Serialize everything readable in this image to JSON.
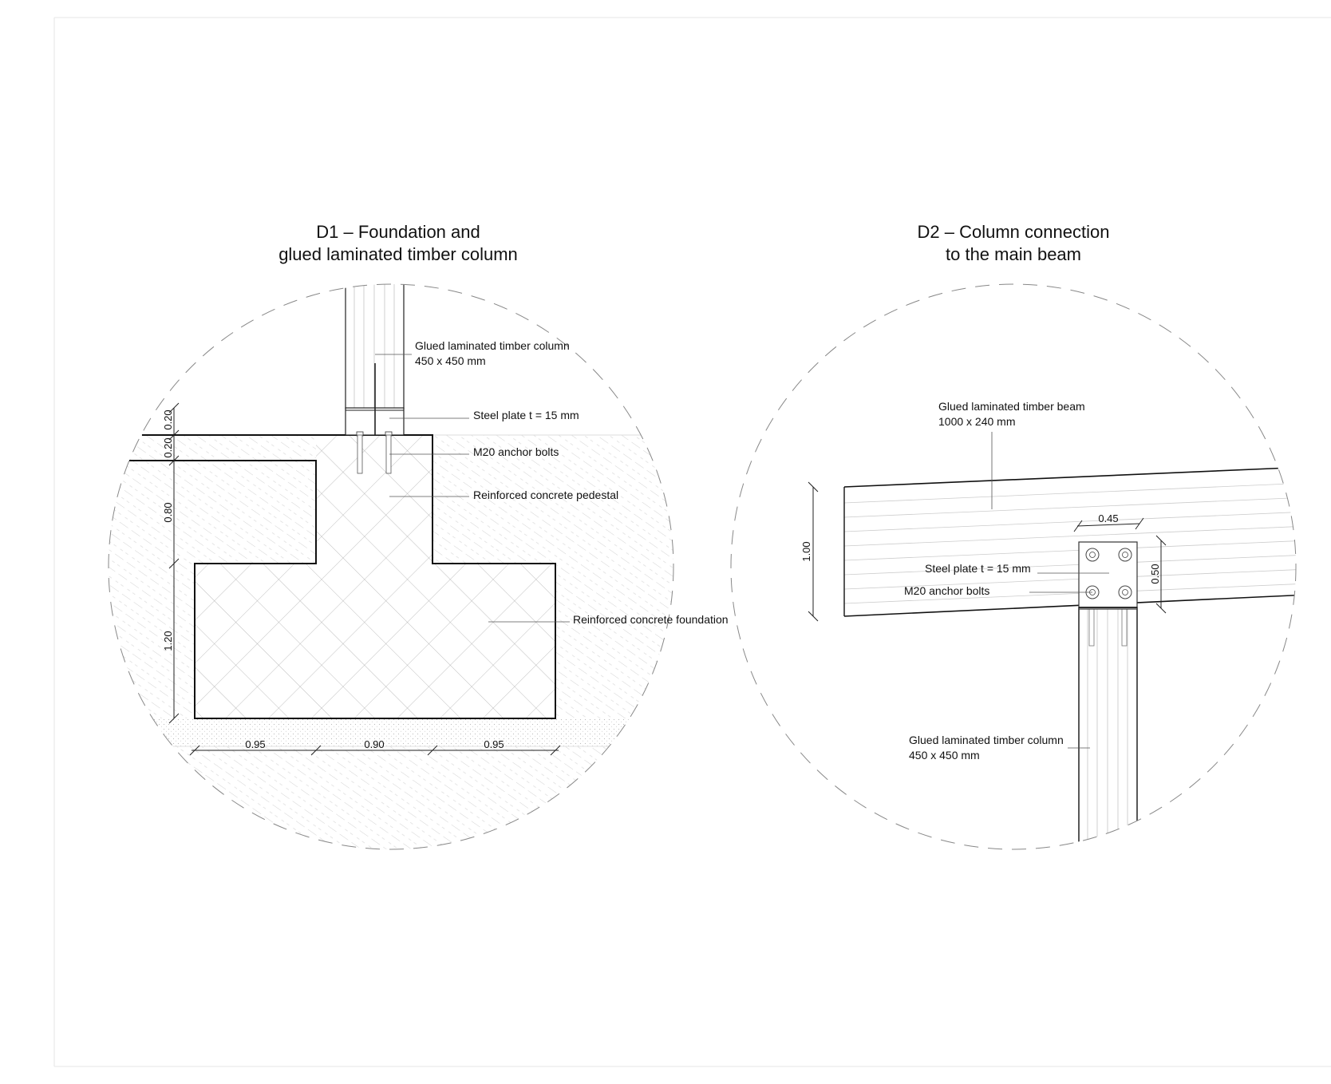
{
  "sheet": {
    "d1_title_line1": "D1 – Foundation and",
    "d1_title_line2": "glued laminated timber column",
    "d2_title_line1": "D2 – Column connection",
    "d2_title_line2": "to the main beam"
  },
  "d1": {
    "labels": {
      "column_line1": "Glued laminated timber column",
      "column_line2": "450 x 450 mm",
      "steel_plate": "Steel plate t = 15 mm",
      "anchor_bolts": "M20 anchor bolts",
      "pedestal": "Reinforced concrete pedestal",
      "foundation": "Reinforced concrete foundation"
    },
    "dims": {
      "v_top": "0.20",
      "v_second": "0.20",
      "v_pedestal": "0.80",
      "v_footing": "1.20",
      "h_left": "0.95",
      "h_mid": "0.90",
      "h_right": "0.95"
    }
  },
  "d2": {
    "labels": {
      "beam_line1": "Glued laminated timber beam",
      "beam_line2": "1000 x 240 mm",
      "steel_plate": "Steel plate t = 15 mm",
      "anchor_bolts": "M20 anchor bolts",
      "column_line1": "Glued laminated timber column",
      "column_line2": "450 x 450 mm"
    },
    "dims": {
      "beam_depth": "1.00",
      "plate_width": "0.45",
      "plate_height": "0.50"
    }
  }
}
